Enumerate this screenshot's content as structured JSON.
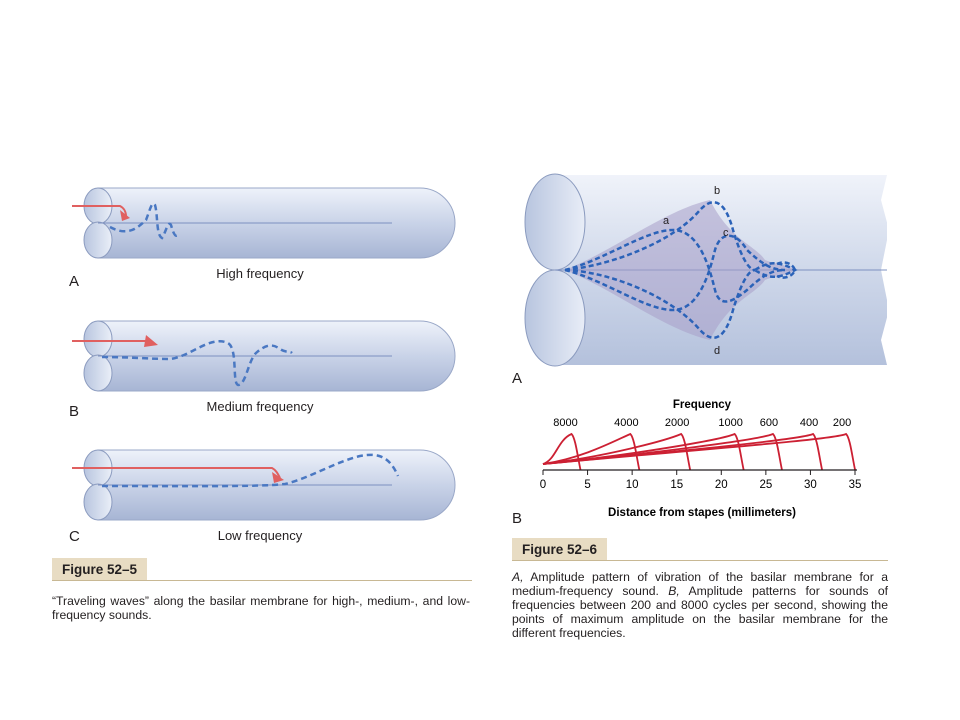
{
  "fig5": {
    "panels": [
      {
        "letter": "A",
        "label": "High frequency"
      },
      {
        "letter": "B",
        "label": "Medium frequency"
      },
      {
        "letter": "C",
        "label": "Low frequency"
      }
    ],
    "tab": "Figure 52–5",
    "caption": "“Traveling waves” along the basilar membrane for high-, medium-, and low-frequency sounds."
  },
  "fig6": {
    "panelA": {
      "letter": "A",
      "curve_labels": [
        "a",
        "b",
        "c",
        "d"
      ]
    },
    "panelB": {
      "letter": "B"
    },
    "tab": "Figure 52–6",
    "caption_a_letter": "A,",
    "caption_part1": " Amplitude pattern of vibration of the basilar membrane for a medium-frequency sound. ",
    "caption_b_letter": "B,",
    "caption_part2": " Amplitude patterns for sounds of frequencies between 200 and 8000 cycles per second, showing the points of maximum amplitude on the basilar membrane for the different frequencies."
  },
  "colors": {
    "tube": "#c9d3e8",
    "wave": "#4a78c2",
    "arrow": "#e06060",
    "curve": "#cc2033"
  },
  "chart_data": {
    "type": "line",
    "title": "Frequency",
    "xlabel": "Distance from stapes (millimeters)",
    "ylabel": "",
    "xlim": [
      0,
      35
    ],
    "x_ticks": [
      "0",
      "5",
      "10",
      "15",
      "20",
      "25",
      "30",
      "35"
    ],
    "series": [
      {
        "name": "8000",
        "peak_x": 3.2
      },
      {
        "name": "4000",
        "peak_x": 9.8
      },
      {
        "name": "2000",
        "peak_x": 15.5
      },
      {
        "name": "1000",
        "peak_x": 21.5
      },
      {
        "name": "600",
        "peak_x": 25.8
      },
      {
        "name": "400",
        "peak_x": 30.3
      },
      {
        "name": "200",
        "peak_x": 34.0
      }
    ]
  }
}
